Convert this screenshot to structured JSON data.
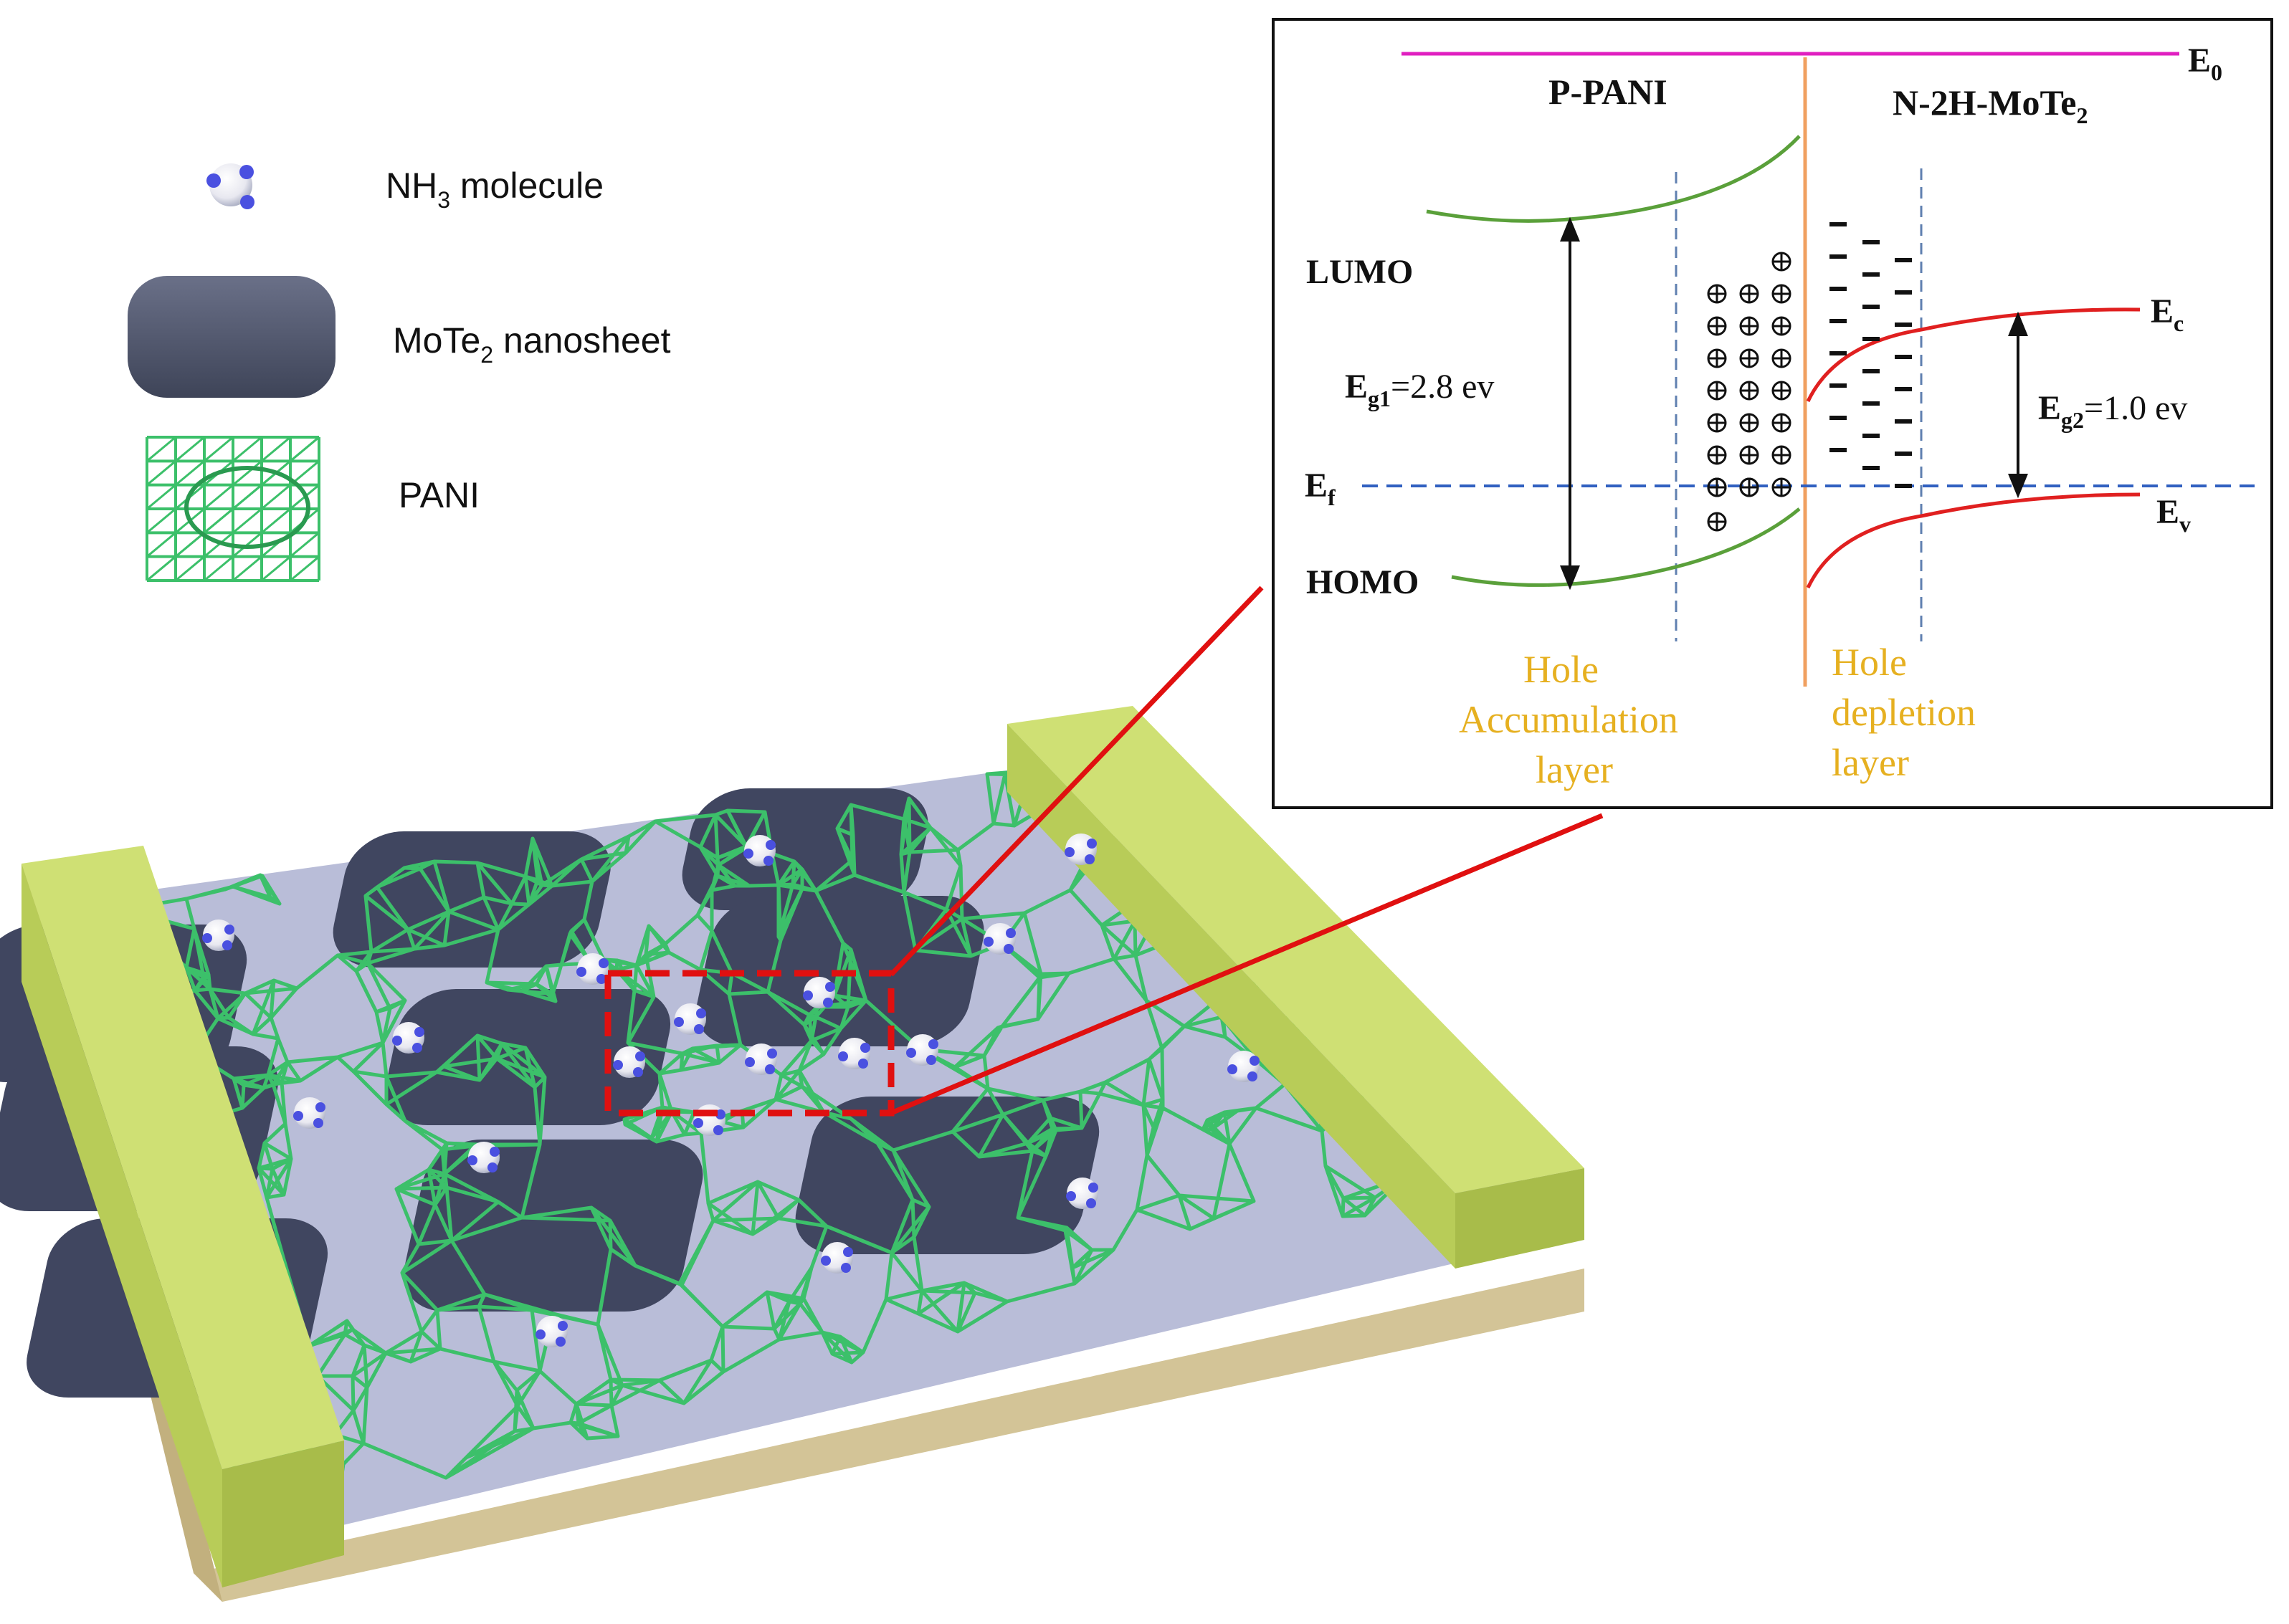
{
  "legend": {
    "items": [
      {
        "icon": "nh3-molecule-icon",
        "label_main": "NH",
        "label_sub": "3",
        "label_rest": " molecule"
      },
      {
        "icon": "mote2-nanosheet-icon",
        "label_main": "MoTe",
        "label_sub": "2",
        "label_rest": " nanosheet"
      },
      {
        "icon": "pani-mesh-icon",
        "label_main": "PANI",
        "label_sub": "",
        "label_rest": ""
      }
    ]
  },
  "band_diagram": {
    "vacuum_level": {
      "main": "E",
      "sub": "0"
    },
    "left_material": "P-PANI",
    "right_material": {
      "main": "N-2H-MoTe",
      "sub": "2"
    },
    "lumo": "LUMO",
    "homo": "HOMO",
    "fermi": {
      "main": "E",
      "sub": "f"
    },
    "conduction": {
      "main": "E",
      "sub": "c"
    },
    "valence": {
      "main": "E",
      "sub": "v"
    },
    "gap_left": {
      "main": "E",
      "sub": "g1",
      "rest": "=2.8 ev"
    },
    "gap_right": {
      "main": "E",
      "sub": "g2",
      "rest": "=1.0 ev"
    },
    "left_layer": [
      "Hole",
      "Accumulation",
      "layer"
    ],
    "right_layer": [
      "Hole",
      "depletion",
      "layer"
    ]
  },
  "colors": {
    "pani_green": "#3cc06a",
    "sheet": "#4a5068",
    "electrode": "#c8dc6a",
    "substrate_top": "#b8bcd8",
    "substrate_base": "#d8c9a0",
    "vacuum_line": "#e020c0",
    "homo_lumo": "#5aa03a",
    "mote2_bands": "#e02020",
    "fermi_line": "#3060c0",
    "interface": "#f0a060",
    "callout": "#e01010",
    "layer_text": "#e6b020"
  }
}
